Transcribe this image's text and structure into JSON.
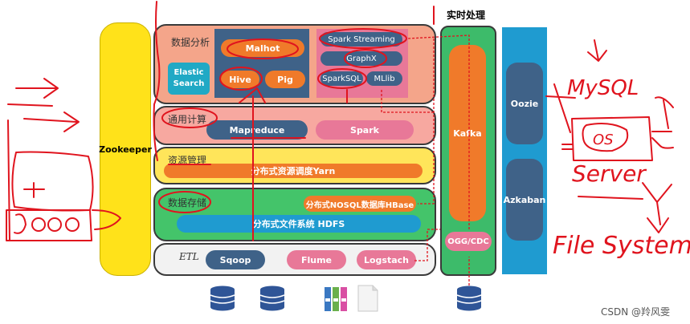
{
  "title_realtime": "实时处理",
  "zookeeper": "Zookeeper",
  "analysis": {
    "label": "数据分析",
    "elastic": "Elastic\nSearch",
    "malhot": "Malhot",
    "hive": "Hive",
    "pig": "Pig",
    "spark_streaming": "Spark Streaming",
    "graphx": "GraphX",
    "sparksql": "SparkSQL",
    "mllib": "MLlib"
  },
  "compute": {
    "label": "通用计算",
    "mapreduce": "Mapreduce",
    "spark": "Spark"
  },
  "resource": {
    "label": "资源管理",
    "yarn": "分布式资源调度Yarn"
  },
  "storage": {
    "label": "数据存储",
    "hbase": "分布式NOSQL数据库HBase",
    "hdfs": "分布式文件系统 HDFS"
  },
  "etl": {
    "label": "ETL",
    "sqoop": "Sqoop",
    "flume": "Flume",
    "logstach": "Logstach"
  },
  "realtime": {
    "kafka": "Kafka",
    "ogg": "OGG/CDC"
  },
  "scheduler": {
    "oozie": "Oozie",
    "azkaban": "Azkaban"
  },
  "watermark": "CSDN @羚风雯",
  "handwriting": {
    "mysql": "MySQL",
    "os": "OS",
    "server": "Server",
    "filesystem": "File System"
  },
  "colors": {
    "zookeeper": "#ffe21a",
    "analysis_bg": "#f4a58a",
    "compute_bg": "#f7a8a0",
    "resource_bg": "#ffe55a",
    "storage_bg": "#44c46a",
    "etl_bg": "#f2f2f2",
    "realtime_bg": "#3dbb6a",
    "scheduler_bg": "#1f9bd0",
    "annotation": "#e0141e"
  }
}
